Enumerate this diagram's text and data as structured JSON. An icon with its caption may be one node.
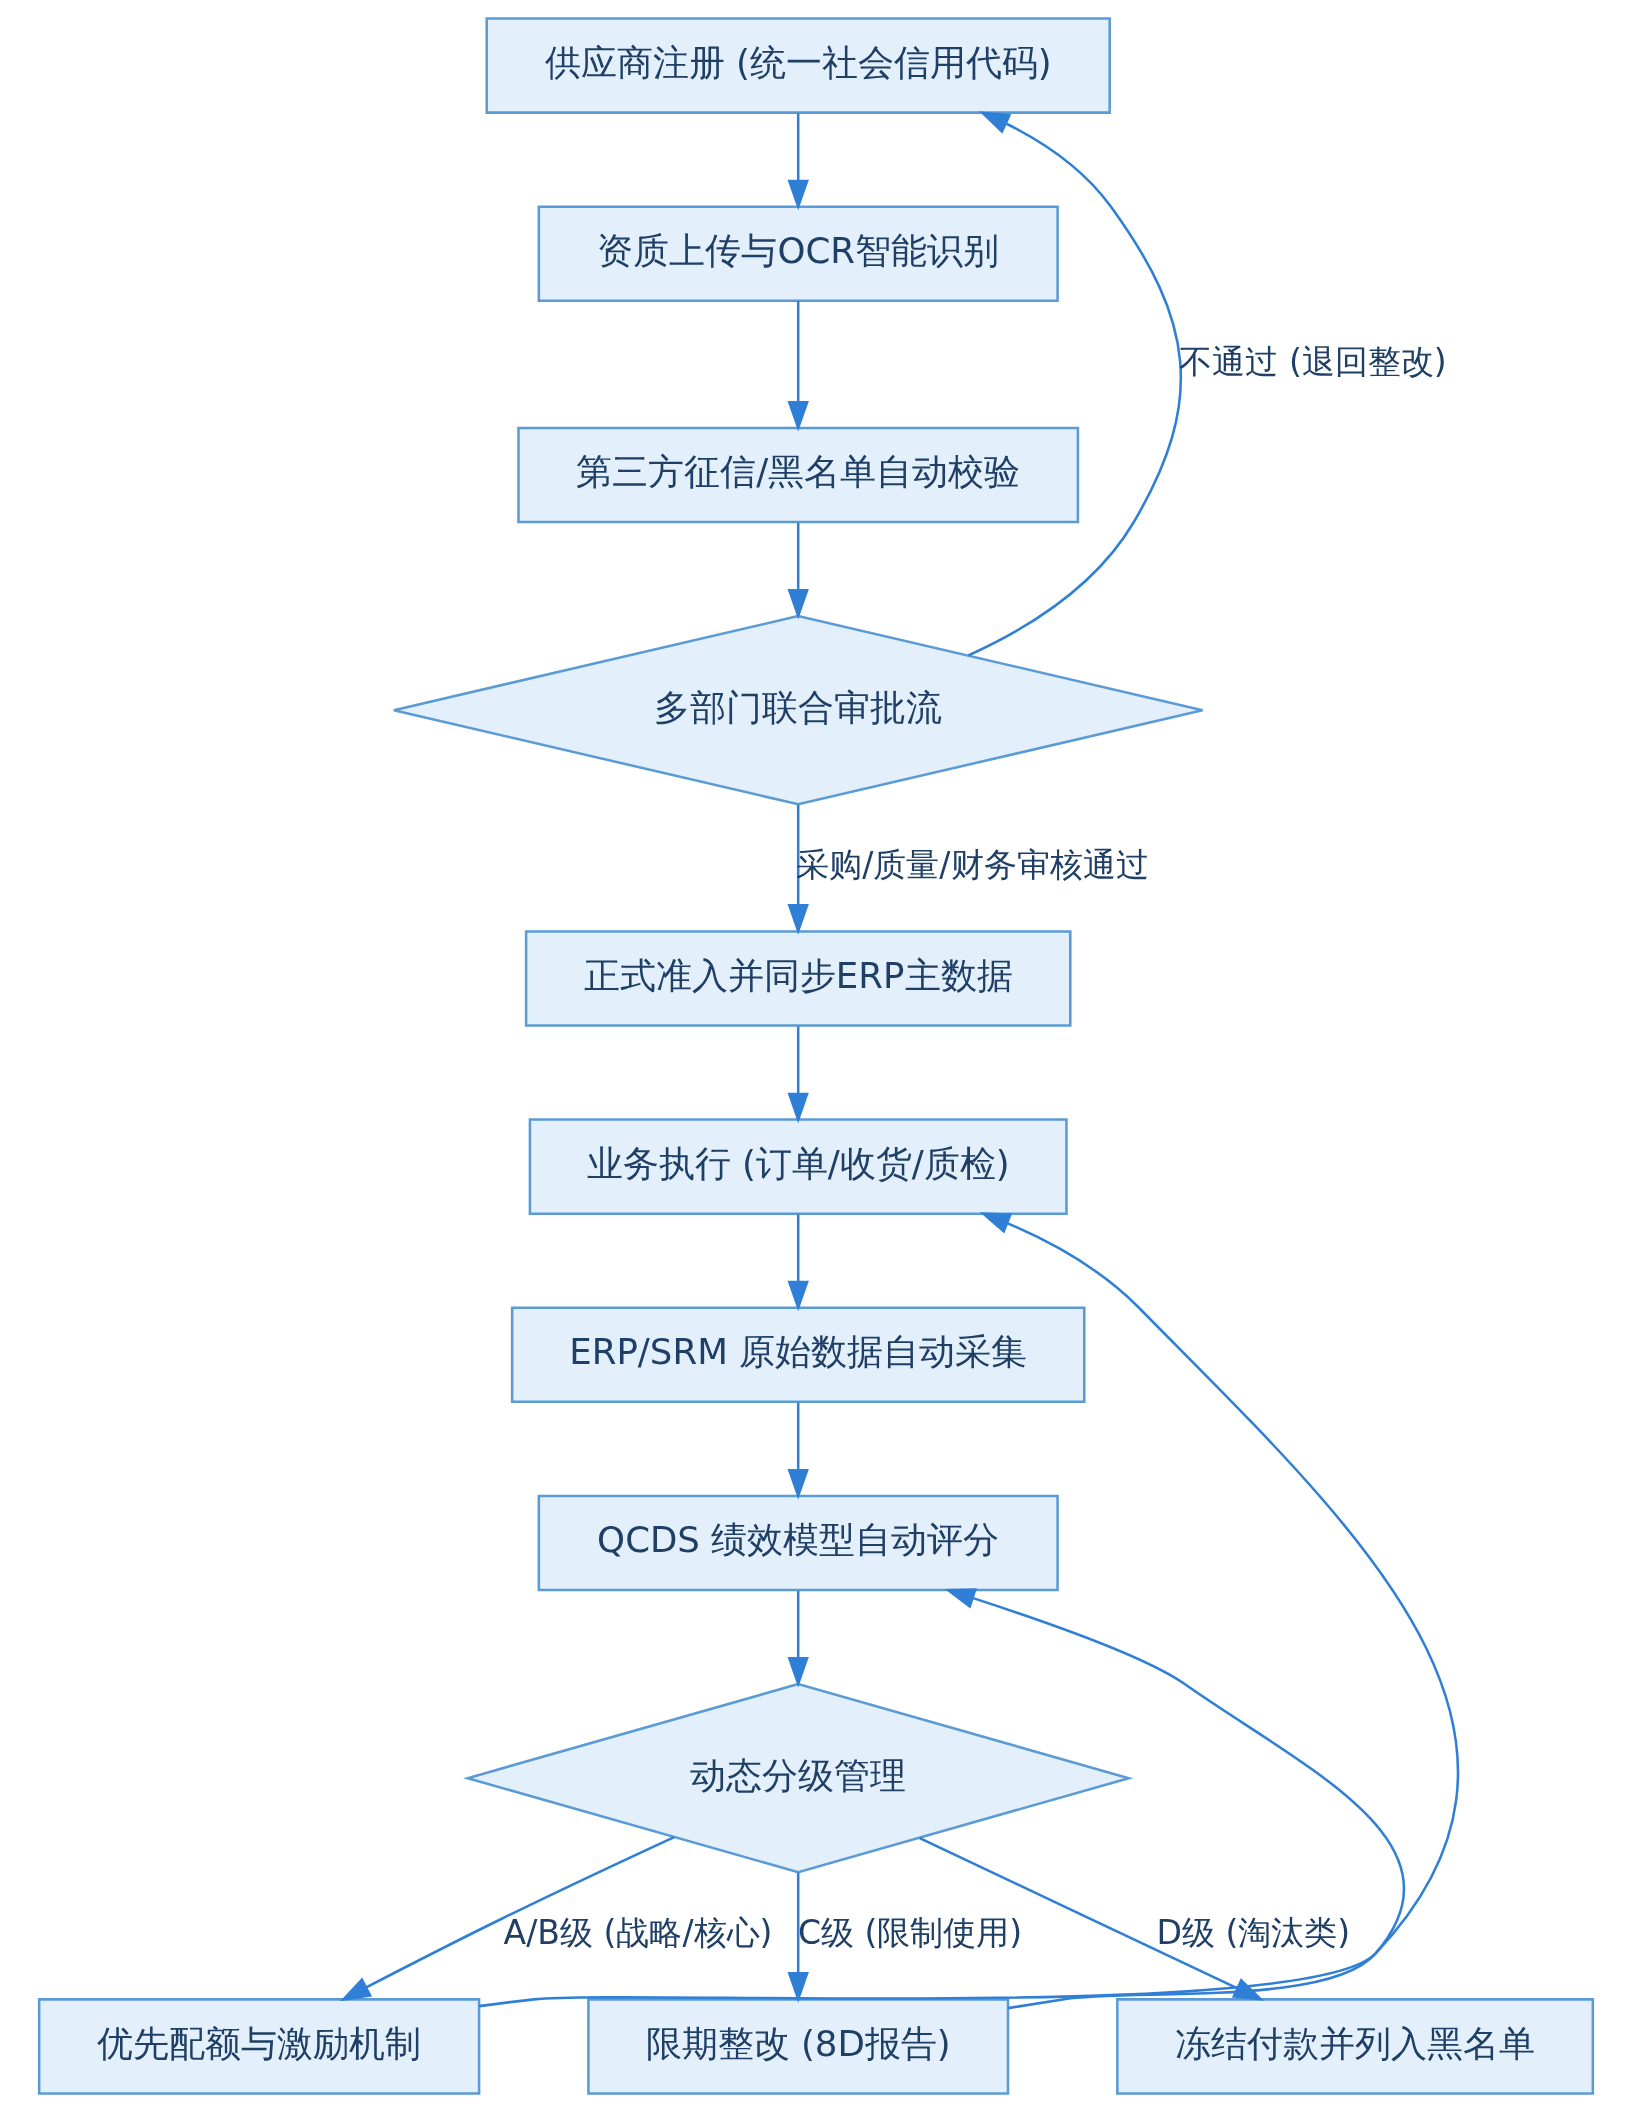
{
  "diagram": {
    "nodes": [
      {
        "text": [
          "供应商注册 (统一社会信用代码)"
        ]
      },
      {
        "text": [
          "资质上传与OCR智能识别"
        ]
      },
      {
        "text": [
          "第三方征信/黑名单自动校验"
        ]
      },
      {
        "text": [
          "多部门联合审批流"
        ]
      },
      {
        "text": [
          "正式准入并同步ERP主数据"
        ]
      },
      {
        "text": [
          "业务执行 (订单/收货/质检)"
        ]
      },
      {
        "text": [
          "ERP/SRM 原始数据自动采集"
        ]
      },
      {
        "text": [
          "QCDS 绩效模型自动评分"
        ]
      },
      {
        "text": [
          "动态分级管理"
        ]
      },
      {
        "text": [
          "优先配额与激励机制"
        ]
      },
      {
        "text": [
          "限期整改 (8D报告)"
        ]
      },
      {
        "text": [
          "冻结付款并列入黑名单"
        ]
      }
    ],
    "edges": [
      {
        "from": 0,
        "to": 1,
        "arrow": "to"
      },
      {
        "from": 1,
        "to": 2,
        "arrow": "to"
      },
      {
        "from": 2,
        "to": 3,
        "arrow": "to"
      },
      {
        "from": 3,
        "to": 0,
        "arrow": "to",
        "label": "不通过 (退回整改)"
      },
      {
        "from": 3,
        "to": 4,
        "arrow": "to",
        "label": "采购/质量/财务审核通过"
      },
      {
        "from": 4,
        "to": 5,
        "arrow": "to"
      },
      {
        "from": 5,
        "to": 6,
        "arrow": "to"
      },
      {
        "from": 6,
        "to": 7,
        "arrow": "to"
      },
      {
        "from": 7,
        "to": 8,
        "arrow": "to"
      },
      {
        "from": 8,
        "to": 9,
        "arrow": "to",
        "label": "A/B级 (战略/核心)"
      },
      {
        "from": 8,
        "to": 10,
        "arrow": "to",
        "label": "C级 (限制使用)"
      },
      {
        "from": 8,
        "to": 11,
        "arrow": "to",
        "label": "D级 (淘汰类)"
      },
      {
        "from": 9,
        "to": 5,
        "arrow": "to"
      },
      {
        "from": 10,
        "to": 7,
        "arrow": "to"
      }
    ]
  }
}
